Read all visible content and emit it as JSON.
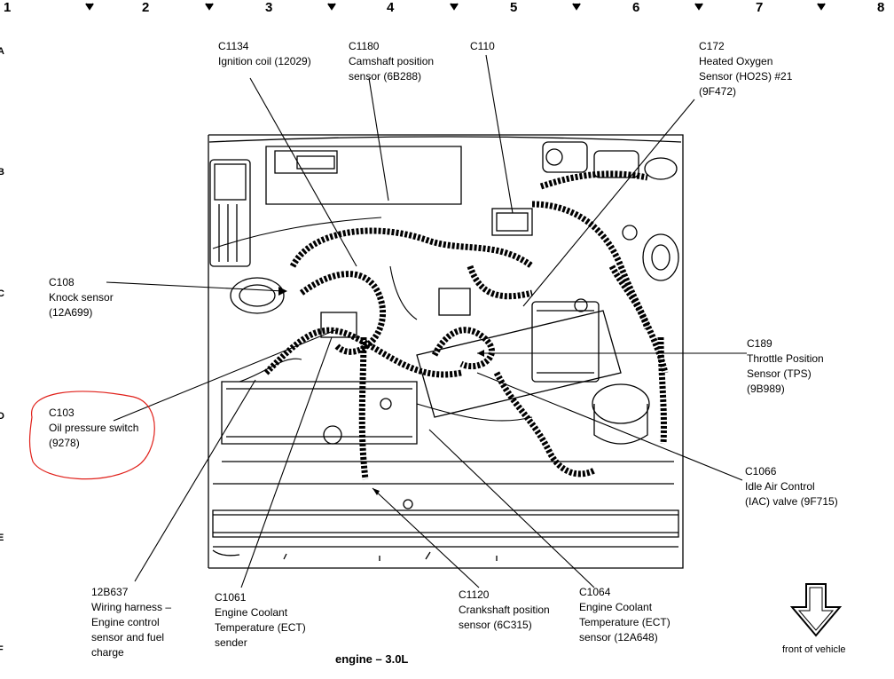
{
  "grid": {
    "columns": [
      "1",
      "2",
      "3",
      "4",
      "5",
      "6",
      "7",
      "8"
    ],
    "rows": [
      "A",
      "B",
      "C",
      "D",
      "E",
      "F"
    ]
  },
  "labels": {
    "c1134": [
      "C1134",
      "Ignition coil (12029)"
    ],
    "c1180": [
      "C1180",
      "Camshaft position",
      "sensor (6B288)"
    ],
    "c110": [
      "C110"
    ],
    "c172": [
      "C172",
      "Heated Oxygen",
      "Sensor (HO2S) #21",
      "(9F472)"
    ],
    "c108": [
      "C108",
      "Knock sensor",
      "(12A699)"
    ],
    "c103": [
      "C103",
      "Oil pressure switch",
      "(9278)"
    ],
    "c189": [
      "C189",
      "Throttle Position",
      "Sensor (TPS)",
      "(9B989)"
    ],
    "c1066": [
      "C1066",
      "Idle Air Control",
      "(IAC) valve (9F715)"
    ],
    "h12b637": [
      "12B637",
      "Wiring harness –",
      "Engine control",
      "sensor and fuel",
      "charge"
    ],
    "c1061": [
      "C1061",
      "Engine Coolant",
      "Temperature (ECT)",
      "sender"
    ],
    "c1120": [
      "C1120",
      "Crankshaft position",
      "sensor (6C315)"
    ],
    "c1064": [
      "C1064",
      "Engine Coolant",
      "Temperature (ECT)",
      "sensor (12A648)"
    ]
  },
  "caption": "engine – 3.0L",
  "front_label": "front of vehicle",
  "highlight": {
    "target": "C103",
    "color": "#e0201a"
  }
}
